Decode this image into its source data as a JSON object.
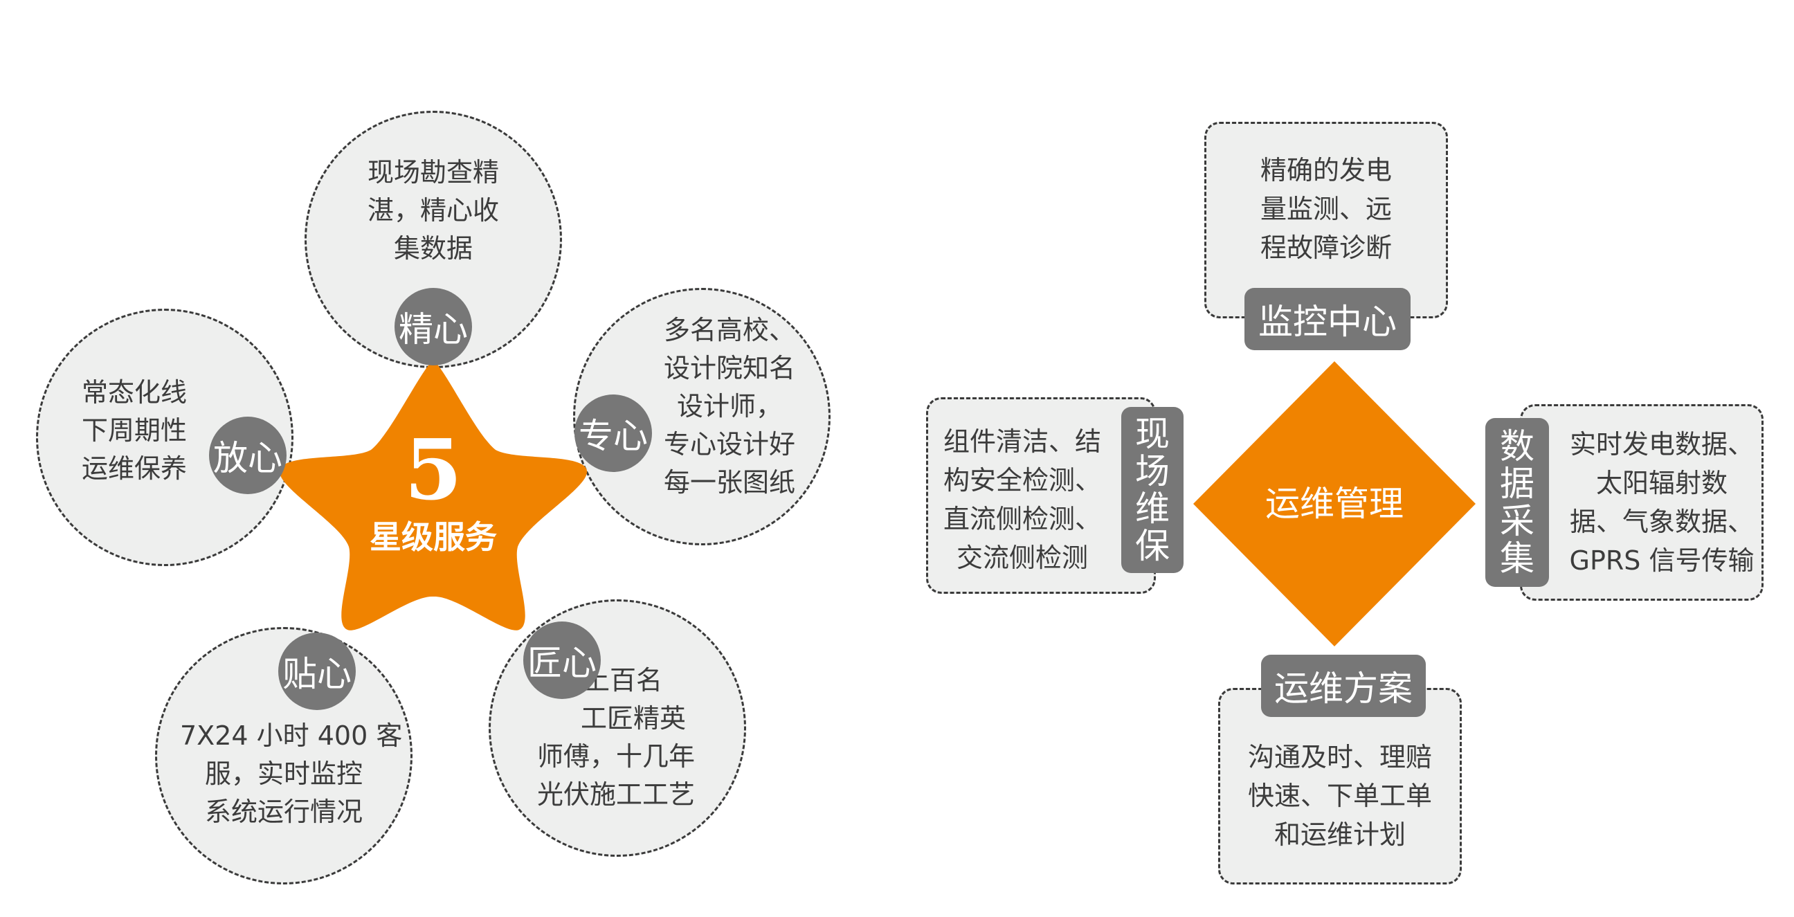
{
  "star": {
    "number": "5",
    "title": "星级服务",
    "color": "#f08300"
  },
  "petals": [
    {
      "id": "jingxin",
      "label": "精心",
      "lines": [
        "现场勘查精",
        "湛，精心收",
        "集数据"
      ]
    },
    {
      "id": "zhuanxin",
      "label": "专心",
      "lines": [
        "多名高校、",
        "设计院知名",
        "设计师，",
        "专心设计好",
        "每一张图纸"
      ]
    },
    {
      "id": "fangxin",
      "label": "放心",
      "lines": [
        "常态化线",
        "下周期性",
        "运维保养"
      ]
    },
    {
      "id": "tiexin",
      "label": "贴心",
      "lines": [
        "7X24 小时 400 客",
        "服，实时监控",
        "系统运行情况"
      ]
    },
    {
      "id": "jiangxin",
      "label": "匠心",
      "lines": [
        "上百名",
        "工匠精英",
        "师傅，十几年",
        "光伏施工工艺"
      ]
    }
  ],
  "ops": {
    "center": "运维管理",
    "color": "#f08300",
    "monitor": {
      "label": "监控中心",
      "lines": [
        "精确的发电",
        "量监测、远",
        "程故障诊断"
      ]
    },
    "onsite": {
      "label": [
        "现",
        "场",
        "维",
        "保"
      ],
      "lines": [
        "组件清洁、结",
        "构安全检测、",
        "直流侧检测、",
        "交流侧检测"
      ]
    },
    "data": {
      "label": [
        "数",
        "据",
        "采",
        "集"
      ],
      "lines": [
        "实时发电数据、",
        "太阳辐射数",
        "据、气象数据、",
        "GPRS 信号传输"
      ]
    },
    "plan": {
      "label": "运维方案",
      "lines": [
        "沟通及时、理赔",
        "快速、下单工单",
        "和运维计划"
      ]
    }
  }
}
